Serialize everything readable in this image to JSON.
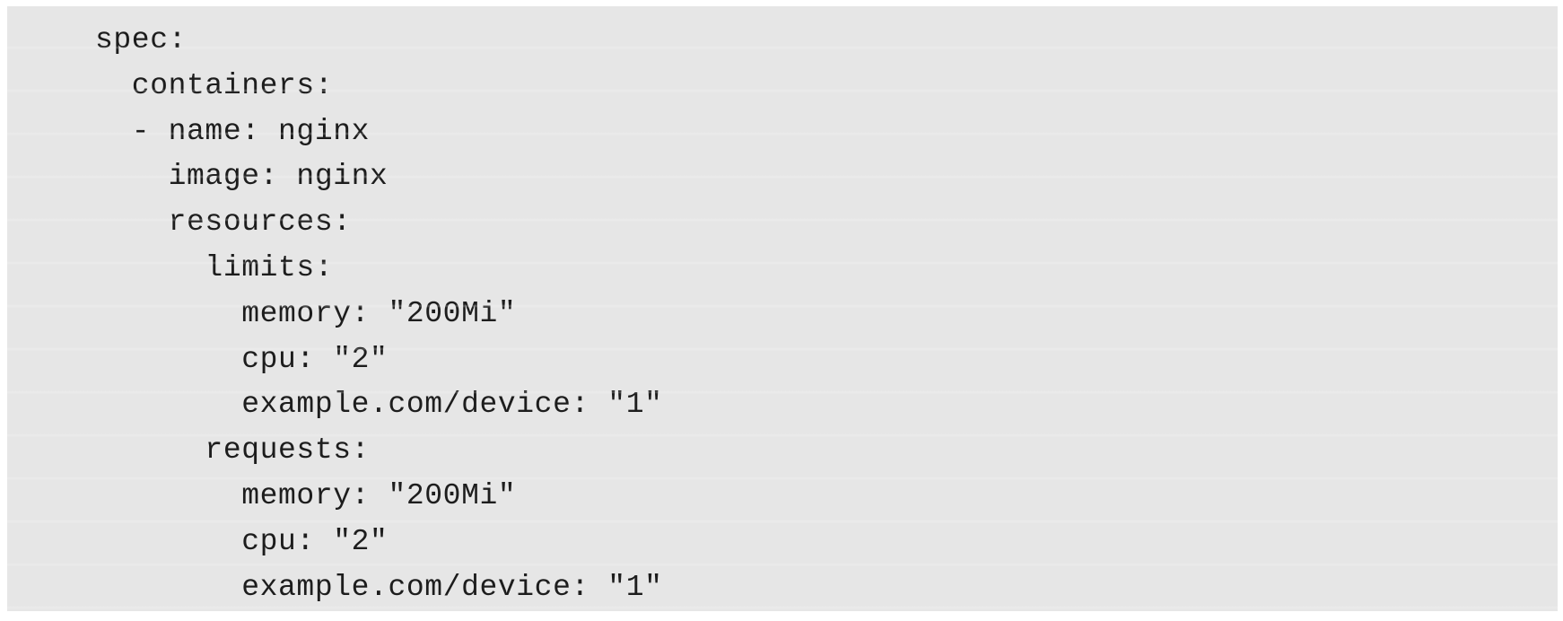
{
  "page": {
    "background_color": "#ffffff"
  },
  "code_block": {
    "language": "yaml",
    "background": "#e6e6e6",
    "text_color": "#1d1d1d",
    "lines": [
      "spec:",
      "  containers:",
      "  - name: nginx",
      "    image: nginx",
      "    resources:",
      "      limits:",
      "        memory: \"200Mi\"",
      "        cpu: \"2\"",
      "        example.com/device: \"1\"",
      "      requests:",
      "        memory: \"200Mi\"",
      "        cpu: \"2\"",
      "        example.com/device: \"1\""
    ]
  }
}
